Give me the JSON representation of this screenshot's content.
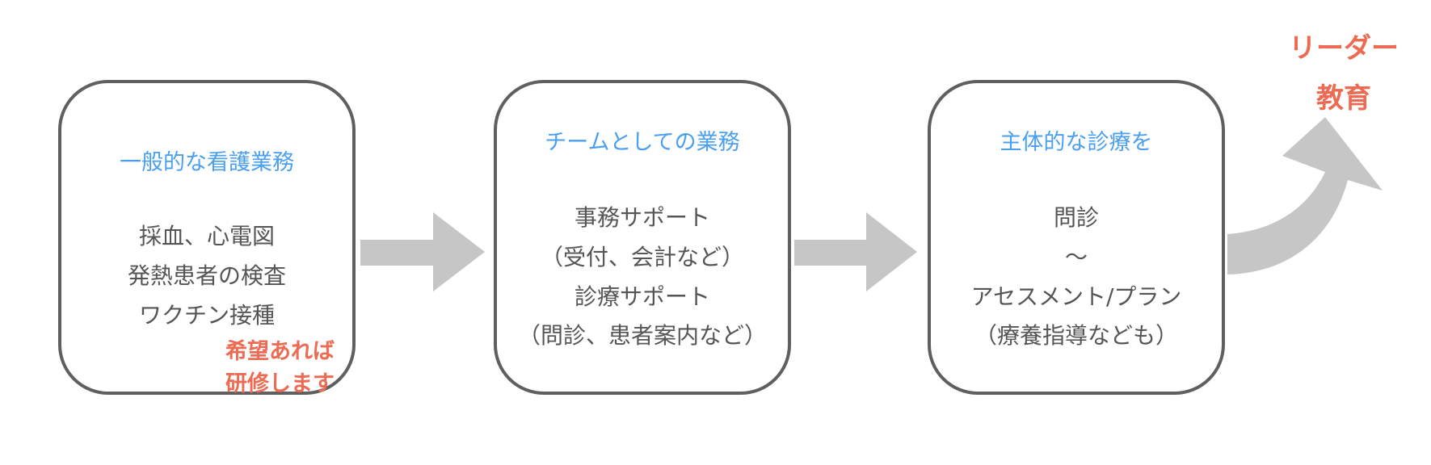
{
  "steps": [
    {
      "title": "一般的な看護業務",
      "lines": [
        "採血、心電図",
        "発熱患者の検査",
        "ワクチン接種"
      ],
      "note": [
        "希望あれば",
        "研修します"
      ]
    },
    {
      "title": "チームとしての業務",
      "lines": [
        "事務サポート",
        "（受付、会計など）",
        "診療サポート",
        "（問診、患者案内など）"
      ]
    },
    {
      "title": "主体的な診療を",
      "lines": [
        "問診",
        "〜",
        "アセスメント/プラン",
        "（療養指導なども）"
      ]
    }
  ],
  "goal": [
    "リーダー",
    "教育"
  ],
  "colors": {
    "title": "#4a9ff0",
    "accent": "#ec6b52",
    "arrow": "#c6c6c6",
    "border": "#5f5f5f",
    "text": "#555555"
  }
}
